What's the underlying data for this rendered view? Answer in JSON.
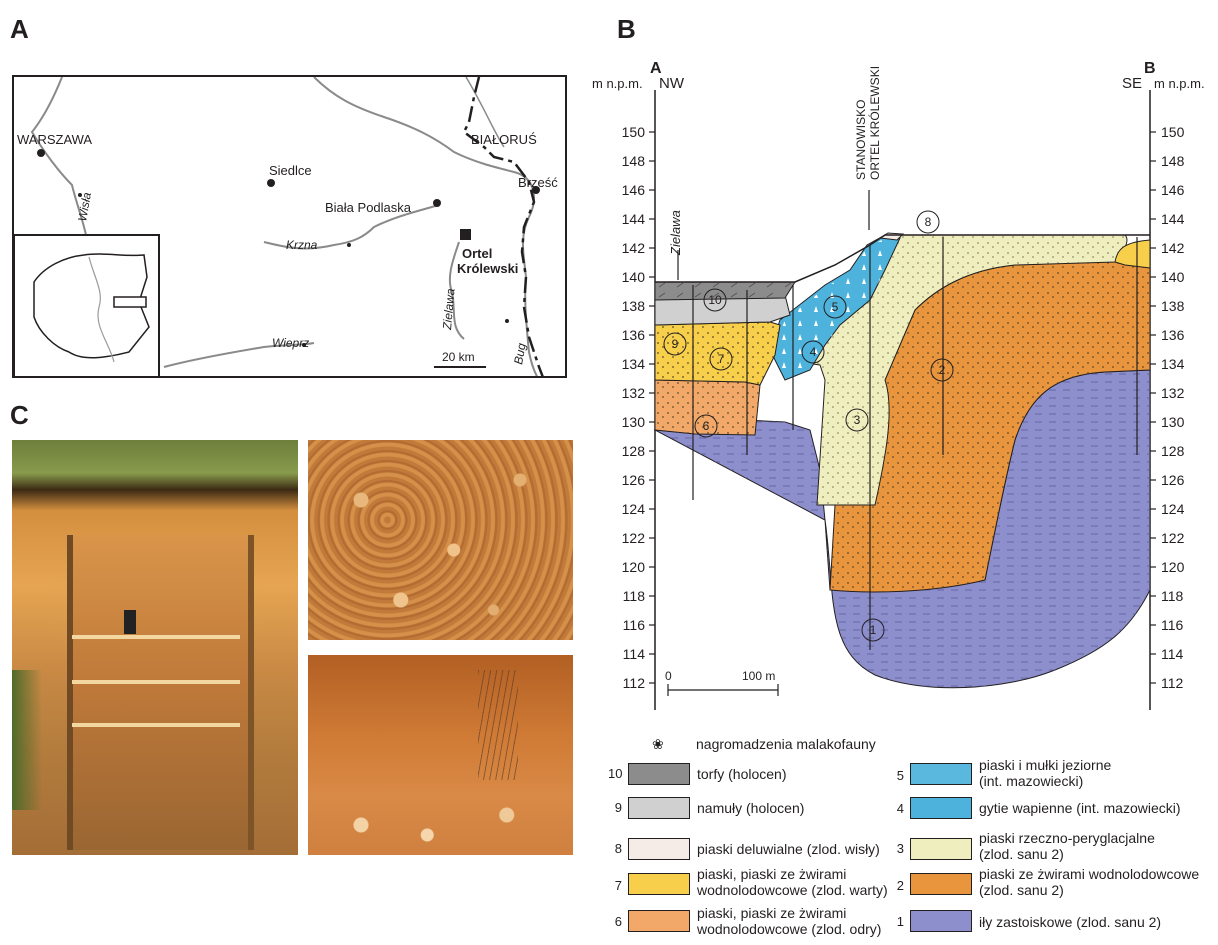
{
  "panels": {
    "a": "A",
    "b": "B",
    "c": "C"
  },
  "map": {
    "cities": [
      {
        "name": "WARSZAWA"
      },
      {
        "name": "Siedlce"
      },
      {
        "name": "Biała Podlaska"
      },
      {
        "name": "Brześć"
      }
    ],
    "country": "BIAŁORUŚ",
    "site_line1": "Ortel",
    "site_line2": "Królewski",
    "rivers": [
      "Wisła",
      "Krzna",
      "Zielawa",
      "Wieprz",
      "Bug"
    ],
    "scale_label": "20 km"
  },
  "section": {
    "end_left": "A",
    "end_right": "B",
    "unit_left": "m n.p.m.",
    "unit_right": "m n.p.m.",
    "dir_left": "NW",
    "dir_right": "SE",
    "y_ticks": [
      150,
      148,
      146,
      144,
      142,
      140,
      138,
      136,
      134,
      132,
      130,
      128,
      126,
      124,
      122,
      120,
      118,
      116,
      114,
      112
    ],
    "river_label": "Zielawa",
    "site_label_1": "STANOWISKO",
    "site_label_2": "ORTEL KRÓLEWSKI",
    "scale_start": "0",
    "scale_end": "100 m",
    "unit_markers": [
      "1",
      "2",
      "3",
      "4",
      "5",
      "6",
      "7",
      "8",
      "9",
      "10"
    ]
  },
  "legend": {
    "malacofauna": "nagromadzenia malakofauny",
    "items": [
      {
        "num": "10",
        "label": "torfy (holocen)",
        "color": "#8c8c8c"
      },
      {
        "num": "9",
        "label": "namuły (holocen)",
        "color": "#d0d0d0"
      },
      {
        "num": "8",
        "label": "piaski deluwialne (zlod. wisły)",
        "color": "#f5ece8"
      },
      {
        "num": "7",
        "label_1": "piaski, piaski ze żwirami",
        "label_2": "wodnolodowcowe (zlod. warty)",
        "color": "#f7cf4a"
      },
      {
        "num": "6",
        "label_1": "piaski, piaski ze żwirami",
        "label_2": "wodnolodowcowe (zlod. odry)",
        "color": "#f2a868"
      },
      {
        "num": "5",
        "label_1": "piaski i mułki jeziorne",
        "label_2": "(int. mazowiecki)",
        "color": "#5ab8de"
      },
      {
        "num": "4",
        "label": "gytie wapienne (int. mazowiecki)",
        "color": "#4eb3dc"
      },
      {
        "num": "3",
        "label_1": "piaski rzeczno-peryglacjalne",
        "label_2": "(zlod. sanu 2)",
        "color": "#eeeebe"
      },
      {
        "num": "2",
        "label_1": "piaski ze żwirami wodnolodowcowe",
        "label_2": "(zlod. sanu 2)",
        "color": "#e8953d"
      },
      {
        "num": "1",
        "label": "iły zastoiskowe (zlod. sanu 2)",
        "color": "#8d8fcd"
      }
    ]
  }
}
